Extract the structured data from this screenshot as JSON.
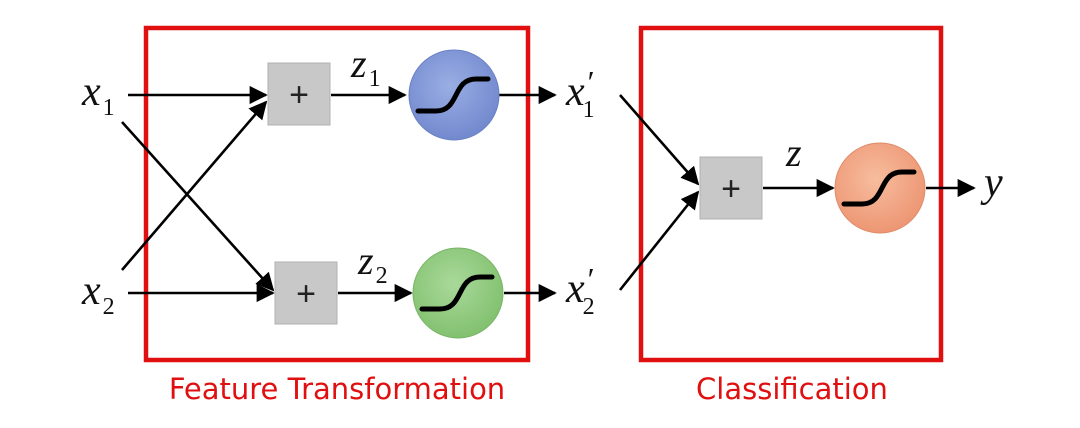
{
  "colors": {
    "frame": "#e01010",
    "caption": "#e01010",
    "sum_box": "#c8c8c8",
    "neuron_z1": "#7e92d4",
    "neuron_z2": "#8ec77a",
    "neuron_z": "#f0a07e"
  },
  "inputs": {
    "x1": {
      "base": "x",
      "sub": "1"
    },
    "x2": {
      "base": "x",
      "sub": "2"
    }
  },
  "hidden": {
    "z1": {
      "base": "z",
      "sub": "1",
      "sum_symbol": "+",
      "neuron_icon": "sigmoid-icon"
    },
    "z2": {
      "base": "z",
      "sub": "2",
      "sum_symbol": "+",
      "neuron_icon": "sigmoid-icon"
    }
  },
  "transformed": {
    "x1p": {
      "base": "x",
      "prime": "′",
      "sub": "1"
    },
    "x2p": {
      "base": "x",
      "prime": "′",
      "sub": "2"
    }
  },
  "output_unit": {
    "z": {
      "base": "z",
      "sum_symbol": "+",
      "neuron_icon": "sigmoid-icon"
    },
    "y": {
      "base": "y"
    }
  },
  "captions": {
    "feature_transformation": "Feature Transformation",
    "classification": "Classification"
  }
}
